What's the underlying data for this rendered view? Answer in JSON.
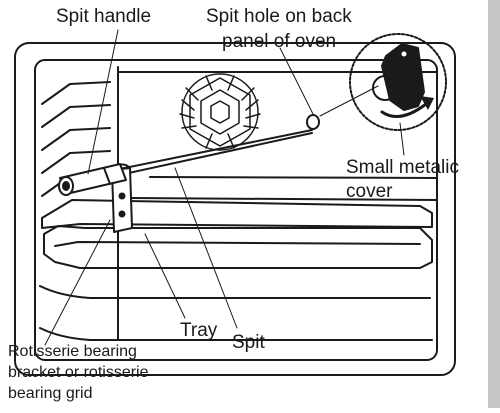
{
  "labels": {
    "spit_handle": "Spit handle",
    "spit_hole_line1": "Spit hole on back",
    "spit_hole_line2": "panel of oven",
    "small_cover_line1": "Small metalic",
    "small_cover_line2": "cover",
    "tray": "Tray",
    "spit": "Spit",
    "bracket_line1": "Rotisserie bearing",
    "bracket_line2": "bracket or rotisserie",
    "bearing_grid_line3": "bearing grid"
  },
  "colors": {
    "line": "#1a1a1a",
    "fill_dark": "#1a1a1a",
    "fill_light": "#ffffff",
    "edge_bar": "#c6c6c6"
  },
  "icons": {
    "fan": "fan-icon",
    "cover": "metallic-cover-icon",
    "rotate_arrow": "rotate-arrow-icon"
  }
}
